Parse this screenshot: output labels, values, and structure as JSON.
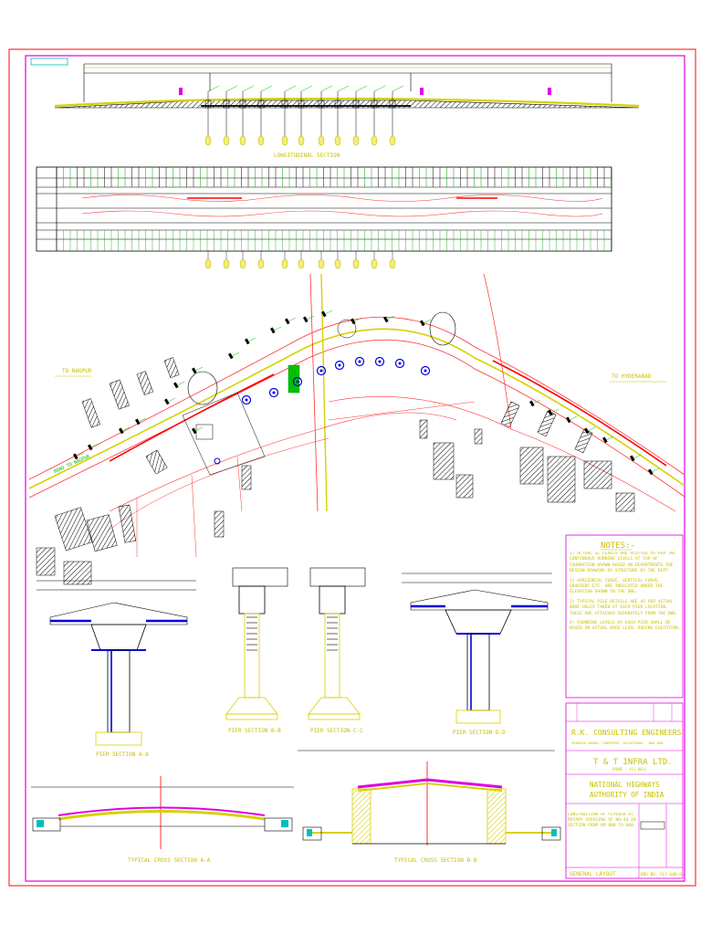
{
  "sheet": {
    "colors": {
      "border_red": "#ff3030",
      "border_magenta": "#e000e0",
      "yellow": "#d8d000",
      "green": "#00c000",
      "blue": "#0000dd",
      "black": "#000000"
    }
  },
  "notes": {
    "heading": "NOTES:-",
    "items": [
      "1) ACTUAL GL LEVELS ARE PLOTTED AS PER THE CONTINUOUS RUNNING LEVELS AT TOP OF FOUNDATION DRAWN BASED ON DEPARTMENTS THE DESIGN DRAWING OF STRUCTURE BY THE DEPT.",
      "2) HORIZONTAL CURVE, VERTICAL CURVE, GRADIENT ETC. ARE INDICATED UNDER THE ELEVATION SHOWN IN THE DWG.",
      "3) TYPICAL PILE DETAILS ARE AS PER ACTUAL BORE HOLES TAKEN AT EACH PIER LOCATION. THESE ARE ATTACHED SEPARATELY FROM THE DWG.",
      "4) FOUNDING LEVELS OF EACH PIER SHALL BE BASED ON ACTUAL ROCK LEVEL DURING EXECUTION."
    ]
  },
  "title_block": {
    "consultant": "R.K. CONSULTING ENGINEERS",
    "consultant_address": "PRAKASH NAGAR, HAMIRPUR, RAJASTHAN - 000 000",
    "contractor": "T & T INFRA LTD.",
    "contractor_sub": "(PUNE - 411 001)",
    "client_line1": "NATIONAL HIGHWAYS",
    "client_line2": "AUTHORITY OF INDIA",
    "project": "CONSTRUCTION OF FLYOVER AT ROTARY CROSSING OF NH-44 IN SECTION FROM KM 000 TO 000",
    "drawing_title": "GENERAL LAYOUT",
    "drawing_no": "DRG NO. FLY-GAD-01"
  },
  "labels": {
    "plan_left": "TO NAGPUR",
    "plan_right": "TO HYDERABAD",
    "road_label": "ROAD TO NAGPUR",
    "elevation_title": "LONGITUDINAL SECTION",
    "pier_a": "PIER SECTION A-A",
    "pier_b": "PIER SECTION B-B",
    "pier_c": "PIER SECTION C-C",
    "pier_d": "PIER SECTION D-D",
    "cross_left": "TYPICAL CROSS SECTION A-A",
    "cross_right": "TYPICAL CROSS SECTION B-B"
  }
}
